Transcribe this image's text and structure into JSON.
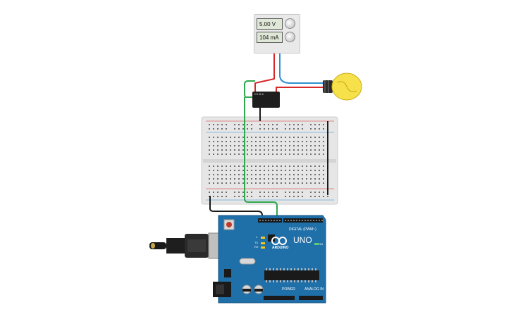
{
  "power_supply": {
    "voltage": "5.00 V",
    "current": "104 mA"
  },
  "arduino": {
    "model": "UNO",
    "brand": "ARDUINO",
    "digital_label": "DIGITAL (PWM~)",
    "power_label": "POWER",
    "analog_label": "ANALOG IN",
    "led_labels": [
      "L",
      "TX",
      "RX"
    ],
    "on_label": "ON"
  },
  "relay": {
    "label": "KS-B-6"
  },
  "colors": {
    "wire_red": "#d62828",
    "wire_blue": "#2d8fd5",
    "wire_green": "#2fa84f",
    "wire_black": "#1a1a1a",
    "arduino_blue": "#1f6fa8",
    "bulb_yellow": "#f7e14b"
  }
}
